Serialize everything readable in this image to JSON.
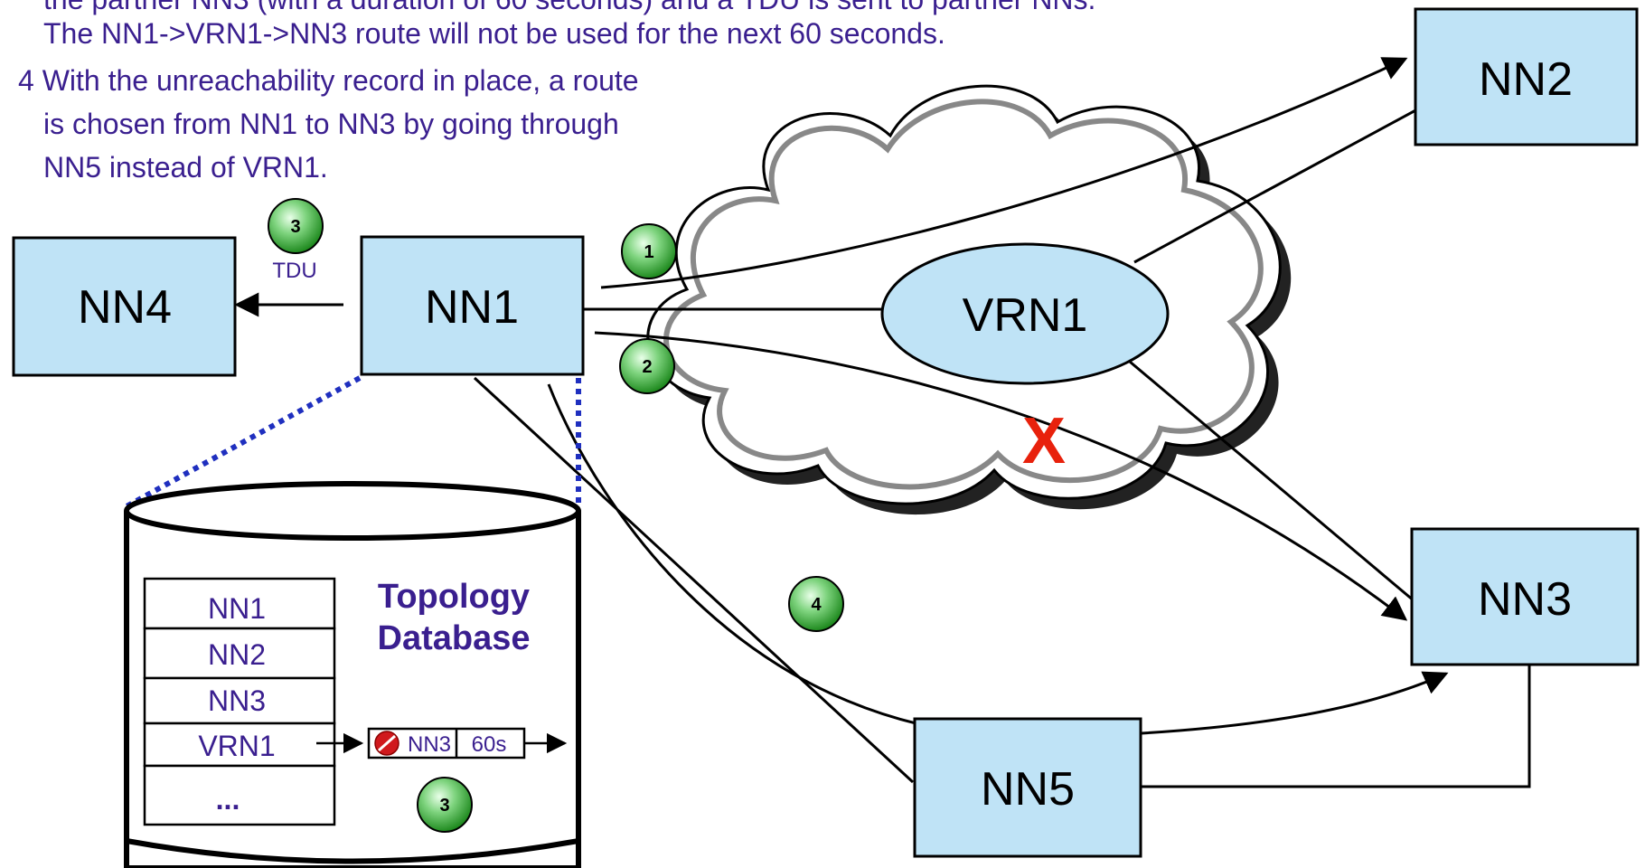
{
  "notes": {
    "line1": "the partner NN3 (with a duration of 60 seconds) and a TDU is sent to partner NNs.",
    "line2": "The NN1->VRN1->NN3 route will not be used for the next 60 seconds.",
    "step4_line1": "4 With the unreachability record in place, a route",
    "step4_line2": "is chosen from NN1 to NN3 by going through",
    "step4_line3": "NN5 instead of VRN1."
  },
  "nodes": {
    "nn1": "NN1",
    "nn2": "NN2",
    "nn3": "NN3",
    "nn4": "NN4",
    "nn5": "NN5",
    "vrn1": "VRN1"
  },
  "steps": {
    "s1": "1",
    "s2": "2",
    "s3_top": "3",
    "s3_db": "3",
    "s4": "4"
  },
  "tdu_label": "TDU",
  "x_mark": "X",
  "database": {
    "title_line1": "Topology",
    "title_line2": "Database",
    "rows": [
      "NN1",
      "NN2",
      "NN3",
      "VRN1",
      "..."
    ],
    "record_target": "NN3",
    "record_duration": "60s"
  },
  "colors": {
    "node_fill": "#bfe3f6",
    "note_text": "#3a1f8f",
    "step_green": "#3aa63a",
    "x_red": "#e8210c",
    "dotted_blue": "#1f2fbf"
  }
}
